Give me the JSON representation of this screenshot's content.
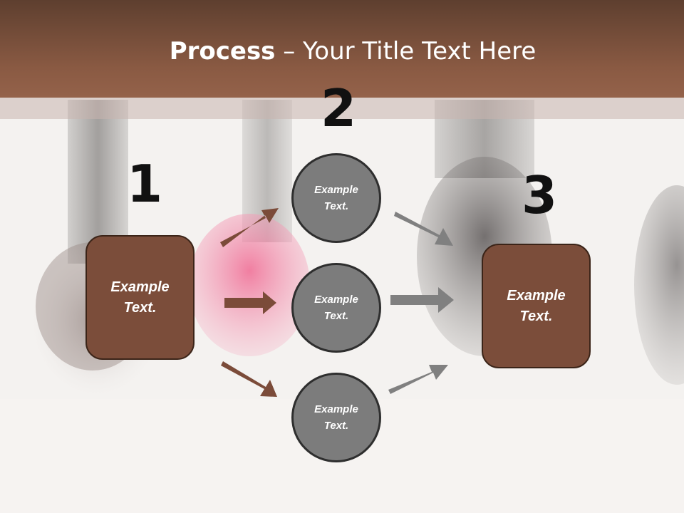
{
  "title": {
    "bold": "Process",
    "rest": " – Your Title Text Here"
  },
  "steps": {
    "num1": "1",
    "num2": "2",
    "num3": "3"
  },
  "left_box": {
    "text": "Example Text."
  },
  "right_box": {
    "text": "Example Text."
  },
  "circles": [
    {
      "text": "Example Text."
    },
    {
      "text": "Example Text."
    },
    {
      "text": "Example Text."
    }
  ],
  "colors": {
    "header": "#8a5a43",
    "box_fill": "#7b4d3a",
    "circle_fill": "#7c7c7c",
    "arrow_left": "#7b4b39",
    "arrow_right": "#808080"
  }
}
